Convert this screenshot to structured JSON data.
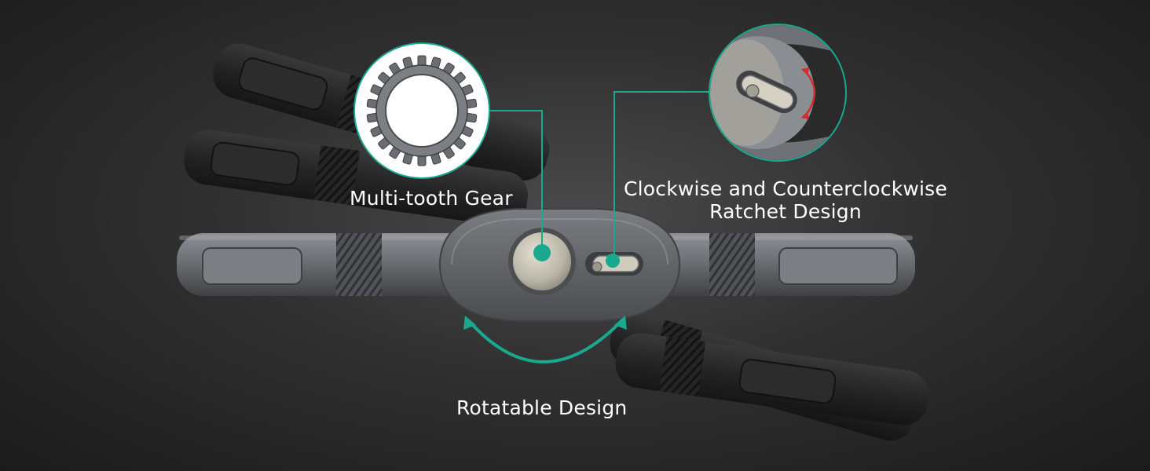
{
  "labels": {
    "gear": "Multi-tooth Gear",
    "ratchet_line1": "Clockwise and Counterclockwise",
    "ratchet_line2": "Ratchet Design",
    "rotate": "Rotatable Design"
  },
  "colors": {
    "accent": "#1aa88f",
    "background": "#2e2e2e",
    "metal": "#6e7175",
    "red_arrow": "#d32a2a"
  },
  "icons": [
    "gear-icon",
    "ratchet-switch-icon",
    "rotation-arrow-icon"
  ]
}
